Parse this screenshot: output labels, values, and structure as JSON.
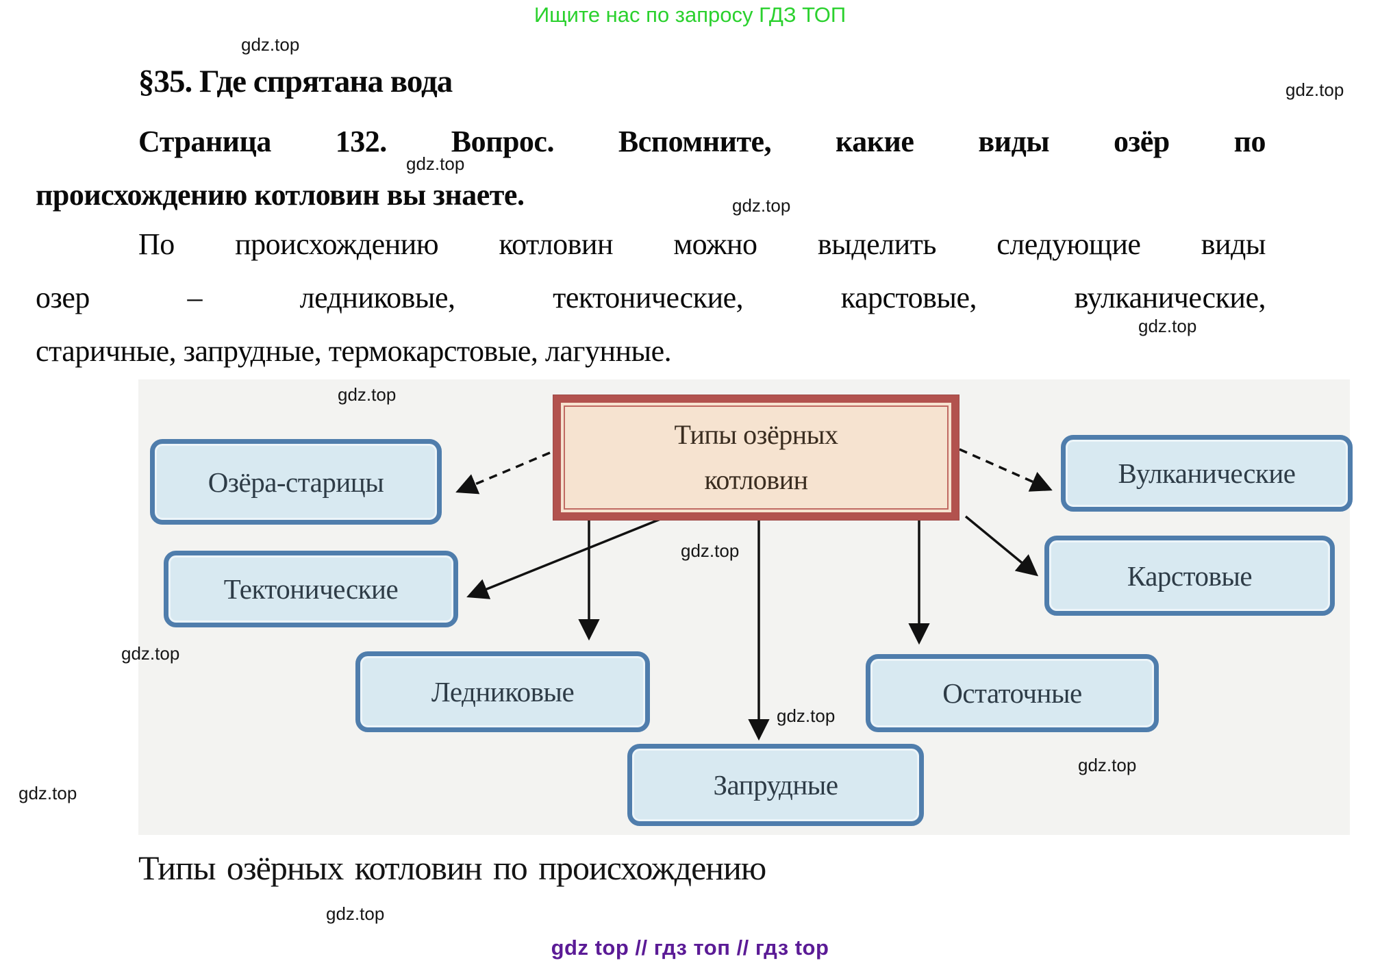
{
  "promo": {
    "text": "Ищите нас по запросу ГДЗ ТОП",
    "color": "#2bd12e"
  },
  "watermark": {
    "text": "gdz.top"
  },
  "heading": "§35. Где спрятана вода",
  "question": {
    "line1": "Страница 132. Вопрос. Вспомните, какие виды озёр по",
    "line2": "происхождению котловин вы знаете."
  },
  "answer": {
    "line1": "По происхождению котловин можно выделить следующие виды",
    "line2": "озер – ледниковые, тектонические, карстовые, вулканические,",
    "line3": "старичные, запрудные, термокарстовые, лагунные."
  },
  "diagram": {
    "center": {
      "line1": "Типы озёрных",
      "line2": "котловин"
    },
    "nodes": [
      {
        "label": "Озёра-старицы"
      },
      {
        "label": "Вулканические"
      },
      {
        "label": "Тектонические"
      },
      {
        "label": "Карстовые"
      },
      {
        "label": "Ледниковые"
      },
      {
        "label": "Остаточные"
      },
      {
        "label": "Запрудные"
      }
    ],
    "colors": {
      "panel_bg": "#f3f3f1",
      "node_fill": "#d8e9f1",
      "node_border": "#4f7dac",
      "center_border": "#b2524e",
      "center_fill": "#f6e3d0",
      "arrow": "#111111"
    }
  },
  "caption": "Типы озёрных котловин по происхождению",
  "footer": {
    "text": "gdz top  //  гдз топ  //  гдз top",
    "color": "#5b1b96"
  }
}
